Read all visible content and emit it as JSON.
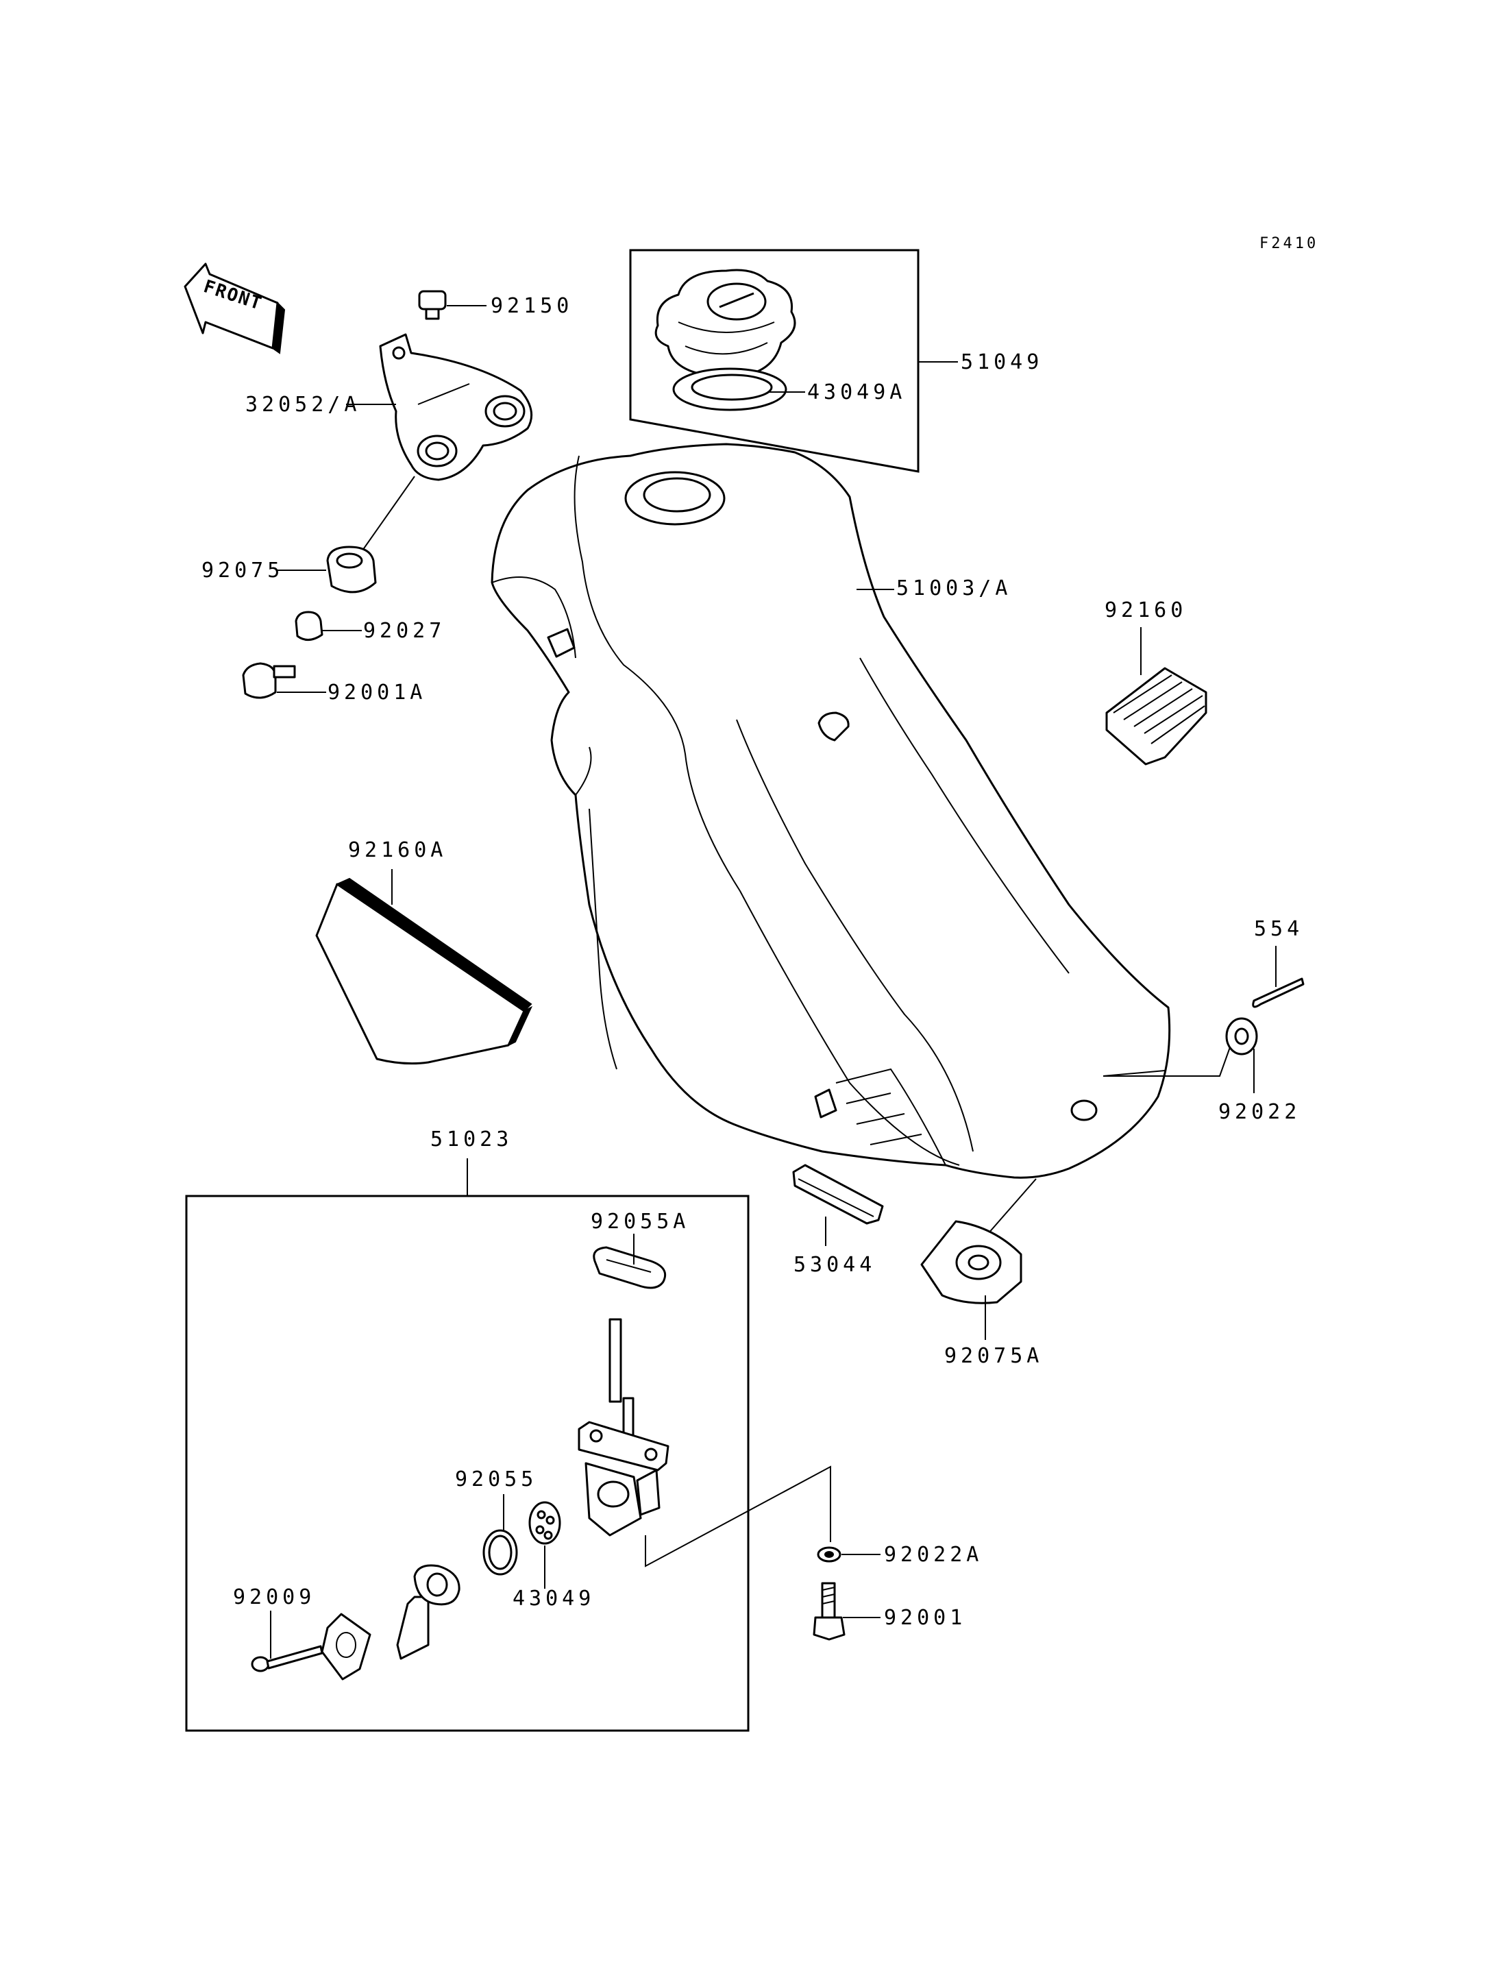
{
  "figure_code": "F2410",
  "front_arrow_label": "FRONT",
  "labels": {
    "p92150": "92150",
    "p32052A": "32052/A",
    "p92075": "92075",
    "p92027": "92027",
    "p92001A": "92001A",
    "p51049": "51049",
    "p43049A": "43049A",
    "p51003A": "51003/A",
    "p92160": "92160",
    "p92160A": "92160A",
    "p554": "554",
    "p92022": "92022",
    "p51023": "51023",
    "p92055A": "92055A",
    "p53044": "53044",
    "p92075A": "92075A",
    "p92055": "92055",
    "p43049": "43049",
    "p92009": "92009",
    "p92022A": "92022A",
    "p92001": "92001"
  }
}
